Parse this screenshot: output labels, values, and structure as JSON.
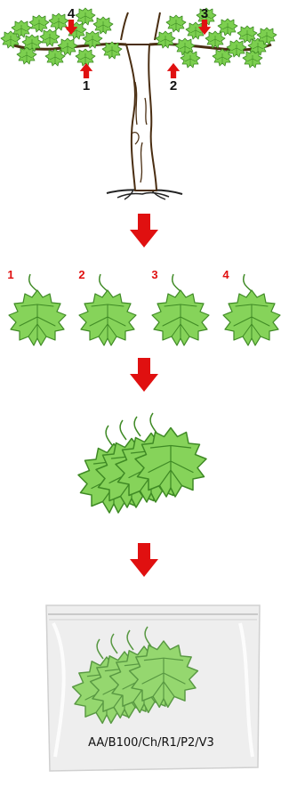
{
  "vine_markers": [
    {
      "label": "4",
      "direction": "down"
    },
    {
      "label": "3",
      "direction": "down"
    },
    {
      "label": "1",
      "direction": "up"
    },
    {
      "label": "2",
      "direction": "up"
    }
  ],
  "leaf_labels": [
    "1",
    "2",
    "3",
    "4"
  ],
  "bag_label": "AA/B100/Ch/R1/P2/V3",
  "colors": {
    "arrow_red": "#e01010",
    "leaf_fill": "#86d35a",
    "leaf_stroke": "#3f8a25",
    "vine_brown": "#4a2e12",
    "bag_fill": "#eeeeee"
  },
  "icons": [
    "grapevine-icon",
    "red-arrow-icon",
    "leaf-icon",
    "leaf-stack-icon",
    "ziplock-bag-icon"
  ]
}
